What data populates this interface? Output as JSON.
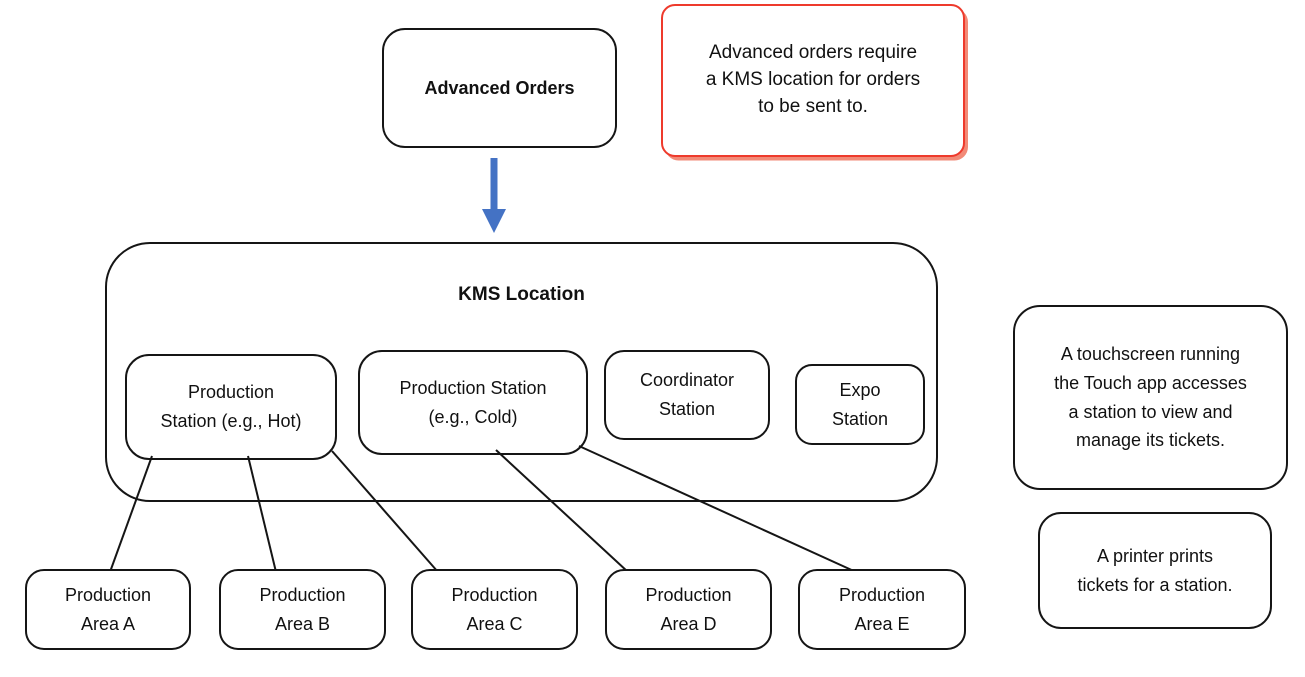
{
  "colors": {
    "callout_red": "#ee3a2c",
    "callout_red_shadow": "#f28a77",
    "arrow_blue": "#4472c4",
    "line_black": "#151515"
  },
  "diagram": {
    "advanced_orders": {
      "label": "Advanced Orders"
    },
    "note_advanced": {
      "text": "Advanced orders require\na KMS location for orders\nto be sent to."
    },
    "kms": {
      "title": "KMS Location",
      "stations": [
        {
          "id": "hot",
          "label": "Production\nStation (e.g., Hot)"
        },
        {
          "id": "cold",
          "label": "Production Station\n(e.g., Cold)"
        },
        {
          "id": "coordinator",
          "label": "Coordinator\nStation"
        },
        {
          "id": "expo",
          "label": "Expo\nStation"
        }
      ]
    },
    "areas": [
      {
        "id": "a",
        "label": "Production\nArea A"
      },
      {
        "id": "b",
        "label": "Production\nArea B"
      },
      {
        "id": "c",
        "label": "Production\nArea C"
      },
      {
        "id": "d",
        "label": "Production\nArea D"
      },
      {
        "id": "e",
        "label": "Production\nArea E"
      }
    ],
    "note_touchscreen": {
      "text": "A touchscreen running\nthe Touch app accesses\na station to view and\nmanage its tickets."
    },
    "note_printer": {
      "text": "A printer prints\ntickets for a station."
    },
    "connections": [
      {
        "from": "Advanced Orders",
        "to": [
          "KMS Location"
        ],
        "style": "blue-arrow"
      },
      {
        "from": "Production Station (e.g., Hot)",
        "to": [
          "Production Area A",
          "Production Area B",
          "Production Area C"
        ],
        "style": "line"
      },
      {
        "from": "Production Station (e.g., Cold)",
        "to": [
          "Production Area D",
          "Production Area E"
        ],
        "style": "line"
      }
    ]
  }
}
